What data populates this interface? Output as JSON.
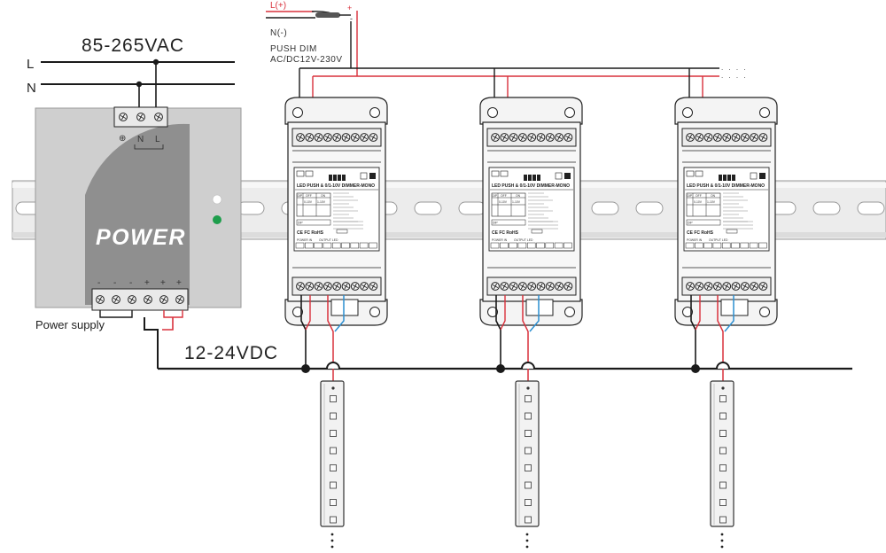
{
  "ac_input": {
    "voltage": "85-265VAC",
    "line_label": "L",
    "neutral_label": "N"
  },
  "power_supply": {
    "logo": "POWER",
    "caption": "Power supply",
    "input_terminals": [
      "⊕",
      "N",
      "L"
    ],
    "output_terminals": [
      "-",
      "-",
      "-",
      "+",
      "+",
      "+"
    ],
    "led_colors": [
      "#ffffff",
      "#1e9e4c"
    ]
  },
  "dc_bus": {
    "voltage": "12-24VDC"
  },
  "push_dim": {
    "plus_label": "L(+)",
    "minus_label": "N(-)",
    "title": "PUSH DIM",
    "voltage": "AC/DC12V-230V"
  },
  "dimmers": {
    "count": 3,
    "title": "LED PUSH & 0/1-10V DIMMER-MONO",
    "marks": "CE FC RoHS",
    "power_in": "POWER IN",
    "output_led": "OUTPUT LED",
    "dip": "DIP",
    "switch_off": "OFF",
    "switch_on": "ON",
    "range_1": "0-10V",
    "range_2": "1-10V"
  },
  "colors": {
    "live_wire": "#d9313c",
    "signal_wire": "#2b8fd1",
    "bus_wire": "#1a1a1a",
    "rail": "#e6e6e6",
    "psu_body": "#cfcfcf",
    "psu_panel": "#8f8f8f"
  }
}
